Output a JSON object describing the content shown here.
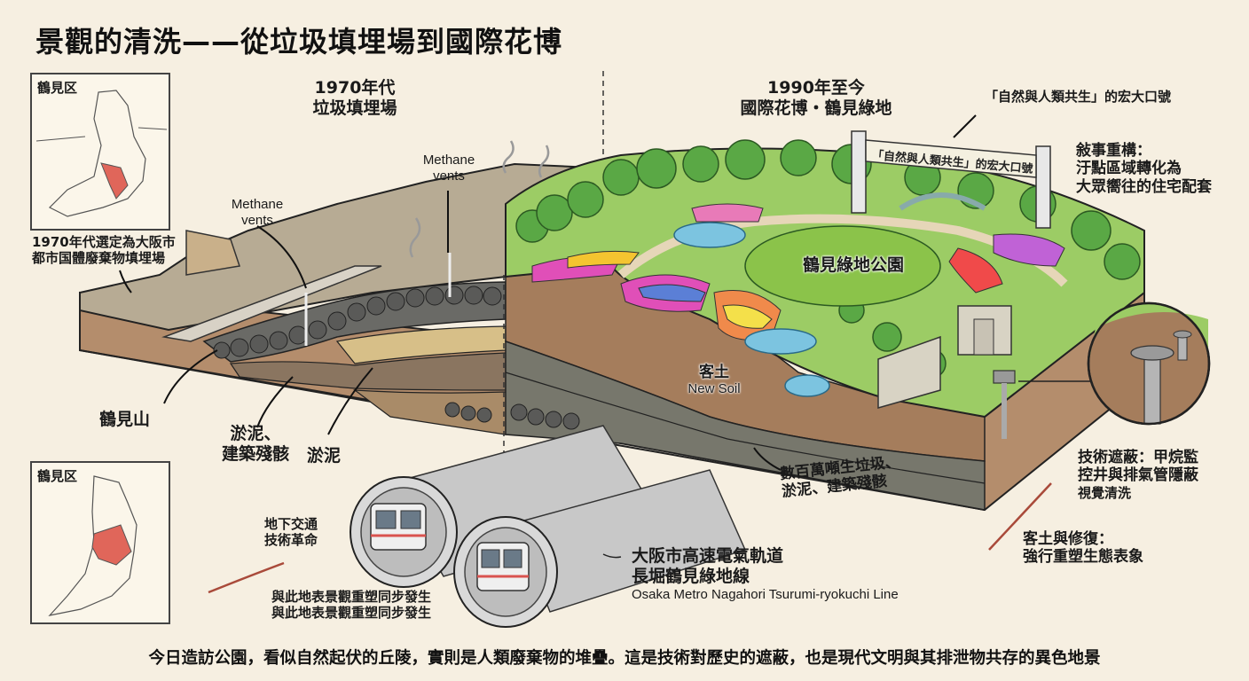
{
  "title": "景觀的清洗——從垃圾填埋場到國際花博",
  "left_era": {
    "year": "1970年代",
    "label": "垃圾填埋場"
  },
  "right_era": {
    "year": "1990年至今",
    "label": "國際花博・鶴見綠地"
  },
  "maps": [
    {
      "label": "鶴見区",
      "highlight_color": "#e0665a"
    },
    {
      "label": "鶴見区",
      "highlight_color": "#e0665a"
    }
  ],
  "annotations": {
    "selection_note": [
      "1970年代選定為大阪市",
      "都市国體廢棄物填埋場"
    ],
    "methane_left": [
      "Methane",
      "vents"
    ],
    "methane_right": [
      "Methane",
      "vents"
    ],
    "tsurumi_mountain": "鶴見山",
    "silt_debris": [
      "淤泥、",
      "建築殘骸"
    ],
    "silt": "淤泥",
    "new_soil_cn": "客土",
    "new_soil_en": "New Soil",
    "park_name": "鶴見綠地公園",
    "banner": "「自然與人類共生」的宏大口號",
    "slogan_callout": "「自然與人類共生」的宏大口號",
    "narrative": [
      "敍事重構：",
      "汙點區域轉化為",
      "大眾嚮往的住宅配套"
    ],
    "buried_waste": [
      "數百萬噸生垃圾、",
      "淤泥、建築殘骸"
    ],
    "tech_concealment": [
      "技術遮蔽：甲烷監",
      "控井與排氣管隱蔽"
    ],
    "visual_cleansing": "視覺清洗",
    "restoration": [
      "客土與修復：",
      "強行重塑生態表象"
    ],
    "underground": [
      "地下交通",
      "技術革命"
    ],
    "synchronous": [
      "與此地表景觀重塑同步發生",
      "與此地表景觀重塑同步發生"
    ],
    "metro_line": [
      "大阪市高速電氣軌道",
      "長堀鶴見綠地線"
    ],
    "metro_line_en": "Osaka Metro Nagahori Tsurumi-ryokuchi Line"
  },
  "footer": "今日造訪公園，看似自然起伏的丘陵，實則是人類廢棄物的堆疊。這是技術對歷史的遮蔽，也是現代文明與其排泄物共存的異色地景",
  "colors": {
    "background": "#f6efe1",
    "soil": "#a57d5c",
    "soil_dark": "#7b5a40",
    "garbage": "#5d5d5a",
    "grass": "#8cc152",
    "tree": "#4d9a3c",
    "water": "#7cc4e0",
    "accent_arrow": "#a94a3a",
    "rail_stripe": "#d9534f"
  }
}
